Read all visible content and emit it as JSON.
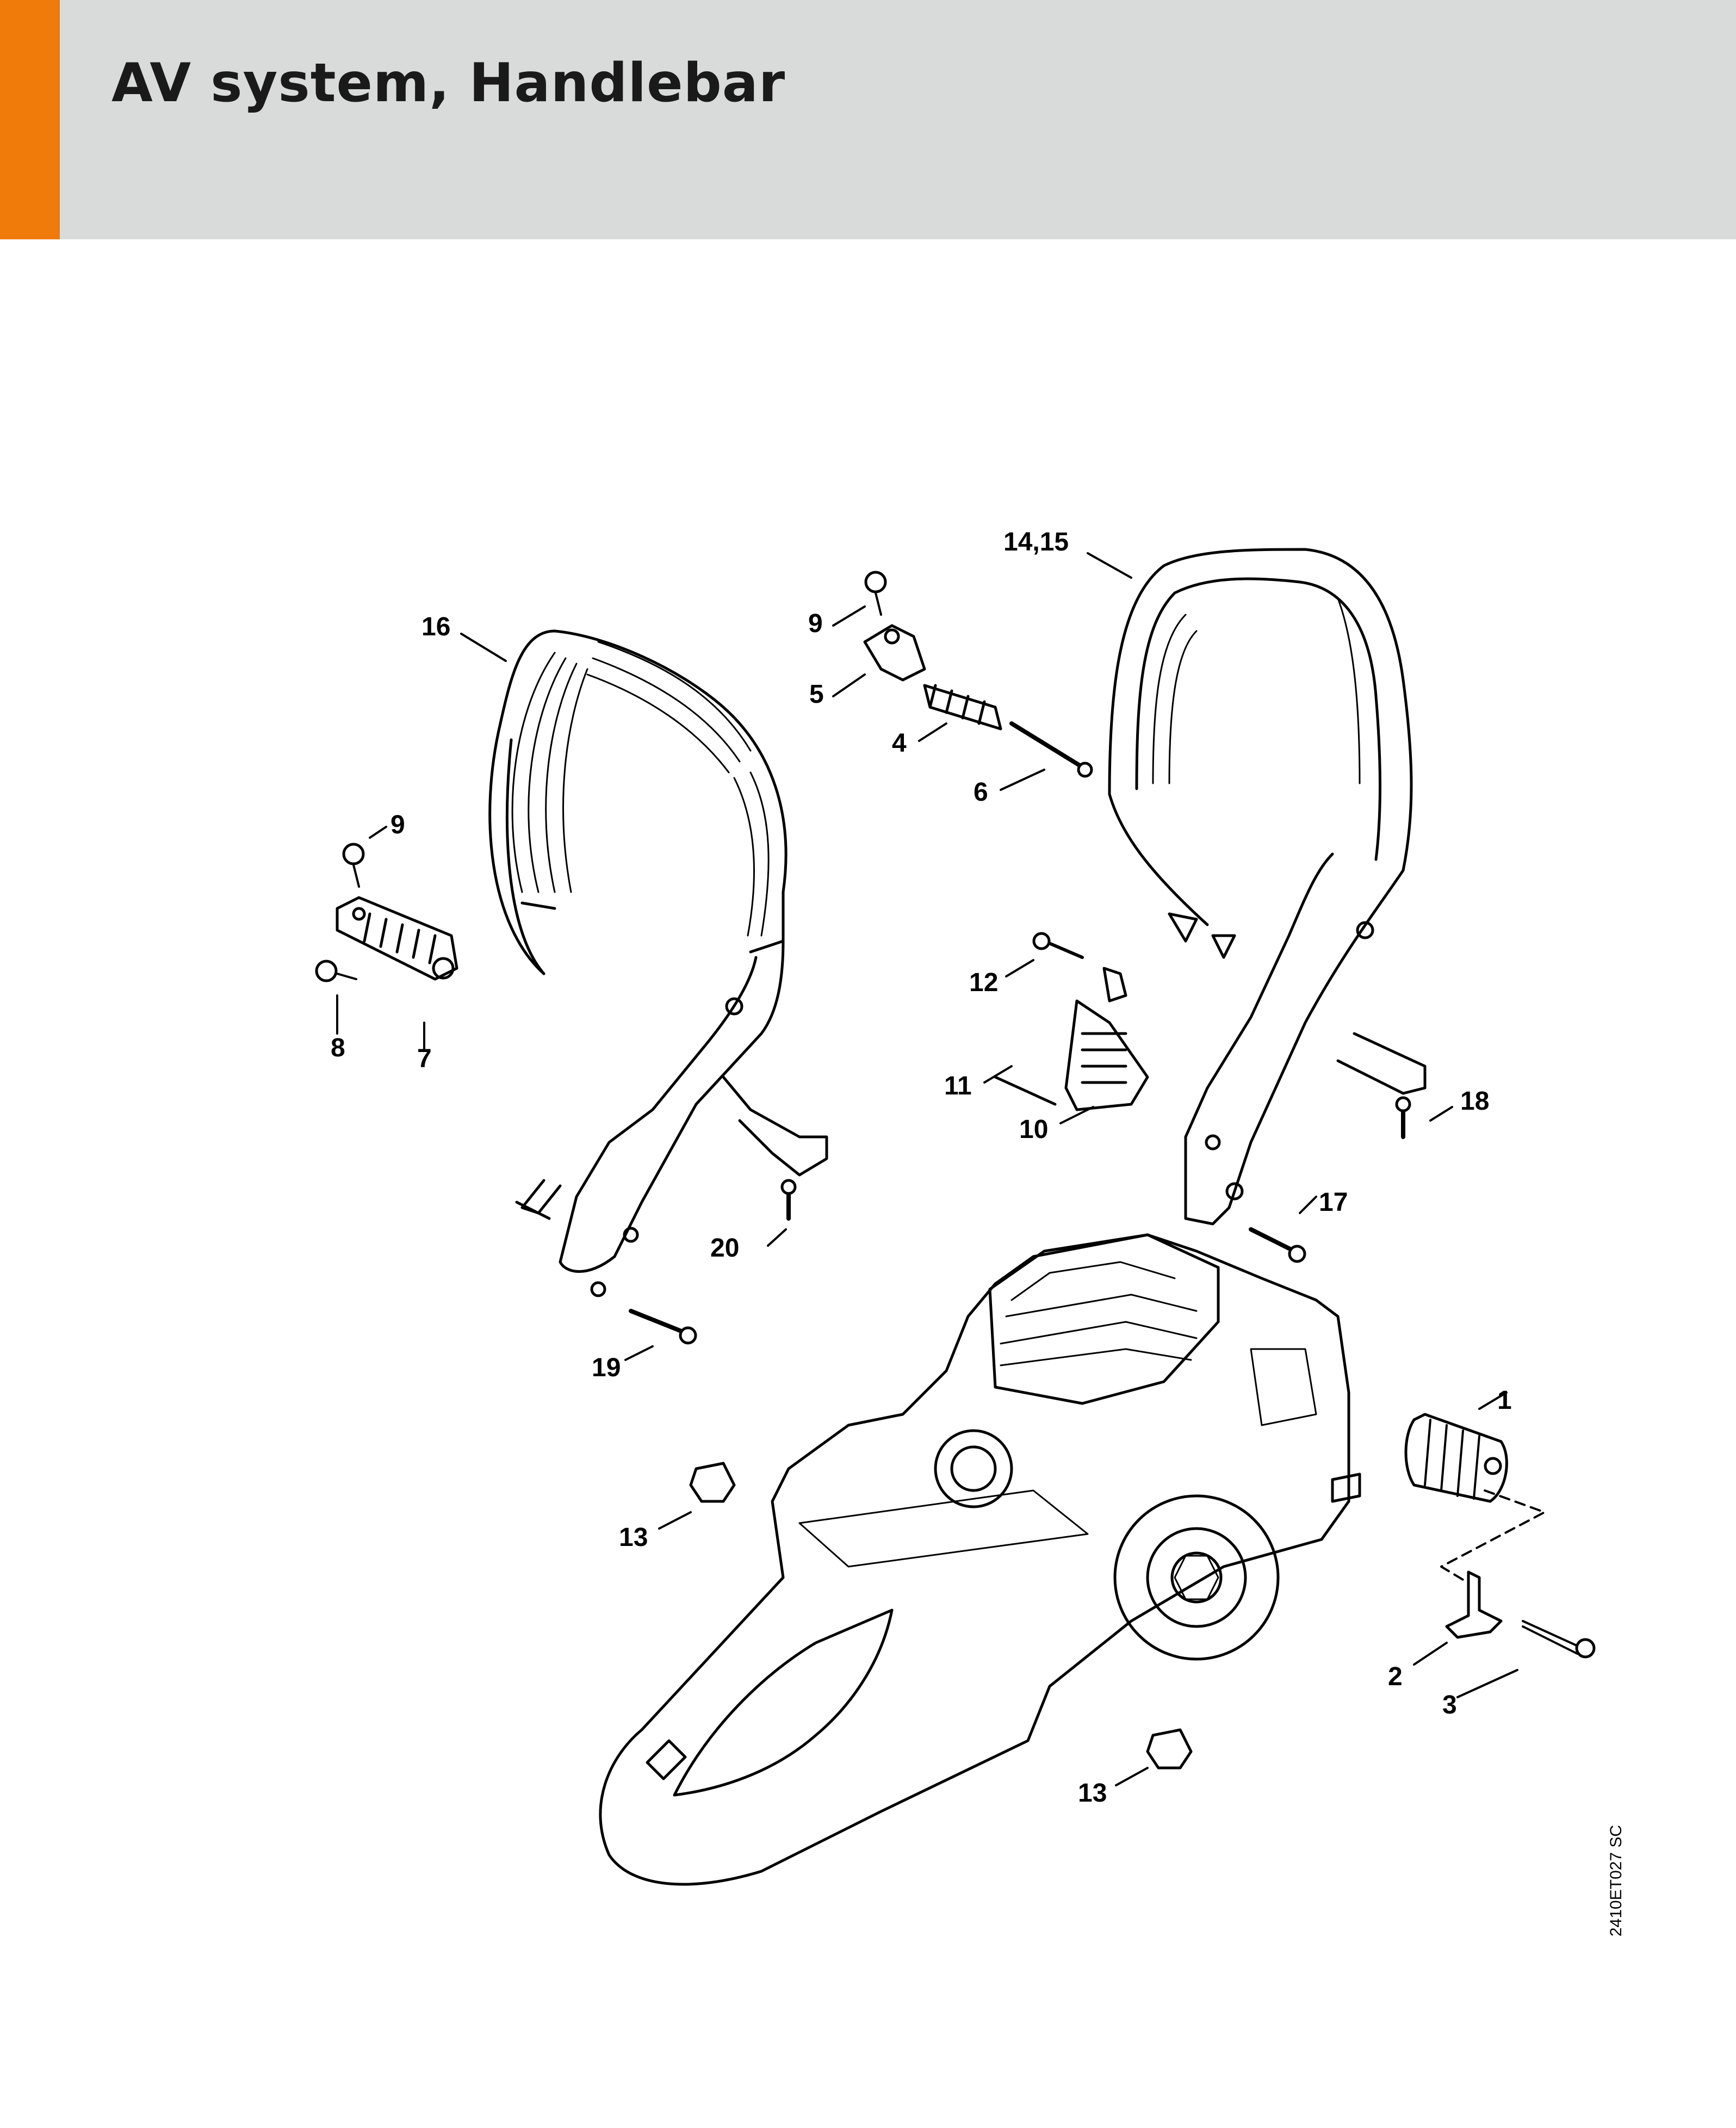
{
  "header": {
    "title": "AV system, Handlebar",
    "accent_color": "#f07a0a",
    "background_color": "#d9dbda"
  },
  "callouts": {
    "c1": "1",
    "c2": "2",
    "c3": "3",
    "c4": "4",
    "c5": "5",
    "c6": "6",
    "c7": "7",
    "c8": "8",
    "c9a": "9",
    "c9b": "9",
    "c10": "10",
    "c11": "11",
    "c12": "12",
    "c13a": "13",
    "c13b": "13",
    "c1415": "14,15",
    "c16": "16",
    "c17": "17",
    "c18": "18",
    "c19": "19",
    "c20": "20"
  },
  "drawing_reference": "2410ET027 SC"
}
